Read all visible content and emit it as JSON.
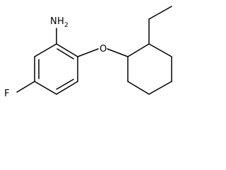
{
  "molecule": {
    "atoms": {
      "amine": {
        "symbol": "N",
        "hydrogens": "H",
        "count": "2"
      },
      "ether_oxygen": {
        "symbol": "O"
      },
      "fluorine": {
        "symbol": "F"
      }
    },
    "colors": {
      "bond": "#000000",
      "label": "#000000",
      "background": "#ffffff"
    }
  }
}
